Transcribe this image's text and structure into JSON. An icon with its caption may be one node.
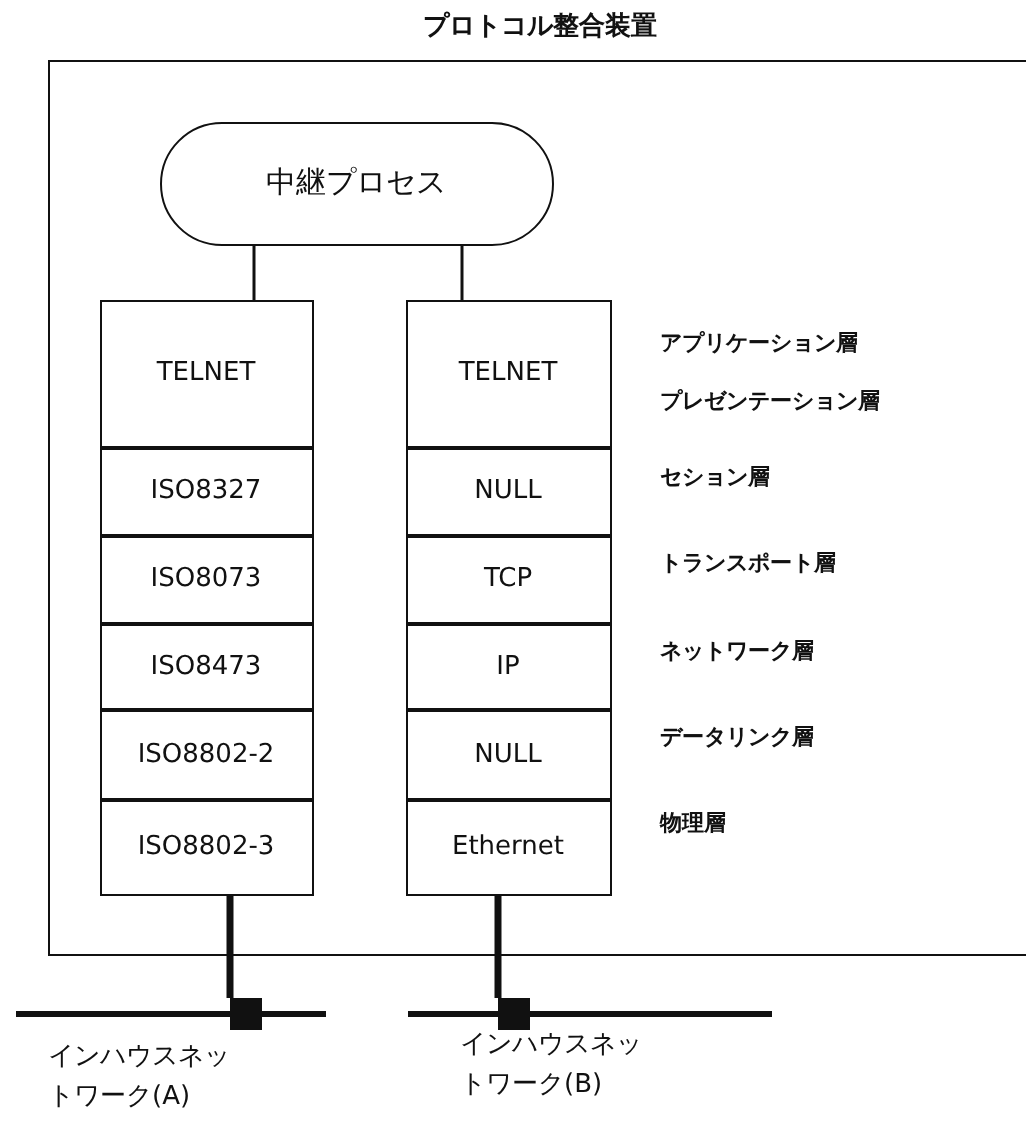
{
  "diagram": {
    "nodes": [
      {
        "text": [
          "プロトコル整合装置"
        ]
      },
      {
        "text": [
          "中継プロセス"
        ],
        "in": 0
      },
      {
        "text": [
          "TELNET"
        ],
        "in": 0
      },
      {
        "text": [
          "ISO8327"
        ],
        "in": 0
      },
      {
        "text": [
          "ISO8073"
        ],
        "in": 0
      },
      {
        "text": [
          "ISO8473"
        ],
        "in": 0
      },
      {
        "text": [
          "ISO8802-2"
        ],
        "in": 0
      },
      {
        "text": [
          "ISO8802-3"
        ],
        "in": 0
      },
      {
        "text": [
          "TELNET"
        ],
        "in": 0
      },
      {
        "text": [
          "NULL"
        ],
        "in": 0
      },
      {
        "text": [
          "TCP"
        ],
        "in": 0
      },
      {
        "text": [
          "IP"
        ],
        "in": 0
      },
      {
        "text": [
          "NULL"
        ],
        "in": 0
      },
      {
        "text": [
          "Ethernet"
        ],
        "in": 0
      },
      {
        "text": [
          "インハウスネットワーク(A)"
        ]
      },
      {
        "text": [
          "インハウスネットワーク(B)"
        ]
      }
    ],
    "edges": [
      {
        "from": 1,
        "to": 2,
        "arrow": "none"
      },
      {
        "from": 1,
        "to": 8,
        "arrow": "none"
      },
      {
        "from": 7,
        "to": 14,
        "arrow": "none",
        "style": "thick"
      },
      {
        "from": 13,
        "to": 15,
        "arrow": "none",
        "style": "thick"
      }
    ],
    "labels": [
      "アプリケーション層",
      "プレゼンテーション層",
      "セション層",
      "トランスポート層",
      "ネットワーク層",
      "データリンク層",
      "物理層"
    ]
  }
}
